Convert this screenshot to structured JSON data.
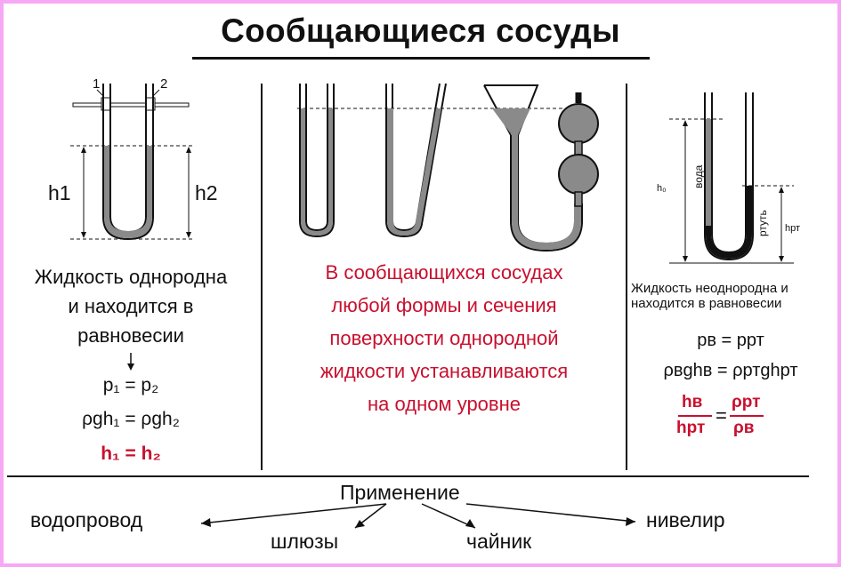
{
  "title": "Сообщающиеся сосуды",
  "left": {
    "tube_labels": [
      "1",
      "2"
    ],
    "height_labels": [
      "h1",
      "h2"
    ],
    "caption_lines": [
      "Жидкость однородна",
      "и находится в",
      "равновесии"
    ],
    "formulas": [
      "p₁ = p₂",
      "ρgh₁ = ρgh₂",
      "h₁ = h₂"
    ]
  },
  "center": {
    "statement_lines": [
      "В сообщающихся сосудах",
      "любой формы и сечения",
      "поверхности однородной",
      "жидкости устанавливаются",
      "на одном уровне"
    ]
  },
  "right": {
    "labels": {
      "h0": "h₀",
      "water": "вода",
      "mercury": "ртуть",
      "hpt": "hрт"
    },
    "caption_lines": [
      "Жидкость неоднородна и",
      "находится в равновесии"
    ],
    "formulas": [
      "pв = pрт",
      "ρвghв = ρртghрт"
    ],
    "fraction": {
      "left_num": "hв",
      "left_den": "hрт",
      "right_num": "ρрт",
      "right_den": "ρв"
    }
  },
  "application": {
    "heading": "Применение",
    "items": [
      "водопровод",
      "шлюзы",
      "чайник",
      "нивелир"
    ]
  },
  "colors": {
    "accent_red": "#c8102e",
    "border_pink": "#f7a8f4",
    "liquid_gray": "#8a8a8a"
  }
}
